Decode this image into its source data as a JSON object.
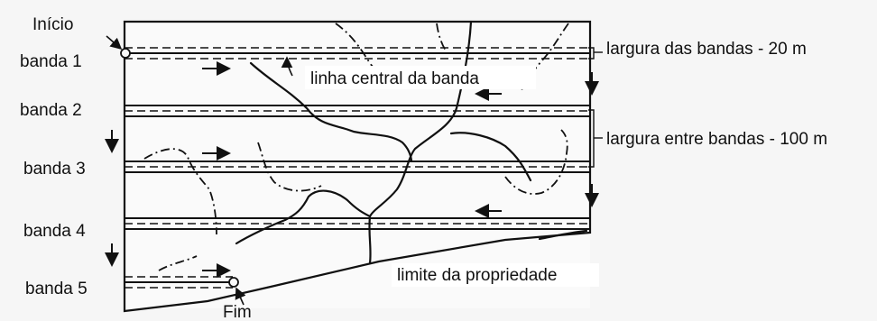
{
  "labels": {
    "start": "Início",
    "end": "Fim",
    "centerline": "linha central da banda",
    "band_width": "largura das bandas - 20 m",
    "band_spacing": "largura entre bandas - 100 m",
    "boundary": "limite da propriedade"
  },
  "bands": [
    {
      "label": "banda 1"
    },
    {
      "label": "banda 2"
    },
    {
      "label": "banda 3"
    },
    {
      "label": "banda 4"
    },
    {
      "label": "banda 5"
    }
  ]
}
